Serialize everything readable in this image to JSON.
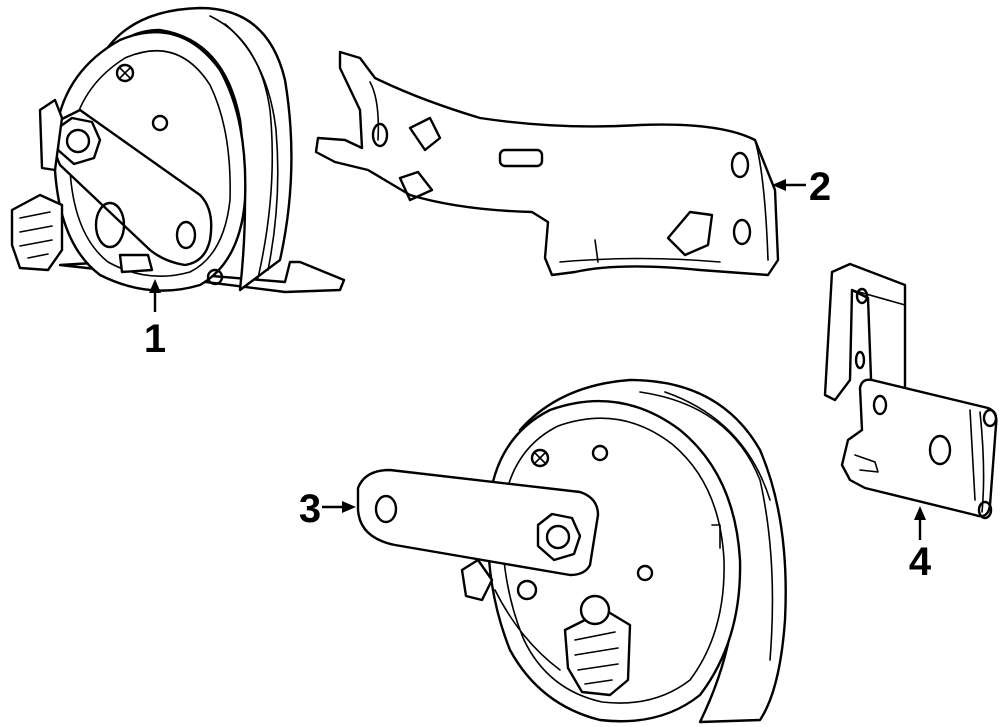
{
  "diagram": {
    "callouts": [
      {
        "id": "callout-1",
        "label": "1"
      },
      {
        "id": "callout-2",
        "label": "2"
      },
      {
        "id": "callout-3",
        "label": "3"
      },
      {
        "id": "callout-4",
        "label": "4"
      }
    ]
  }
}
